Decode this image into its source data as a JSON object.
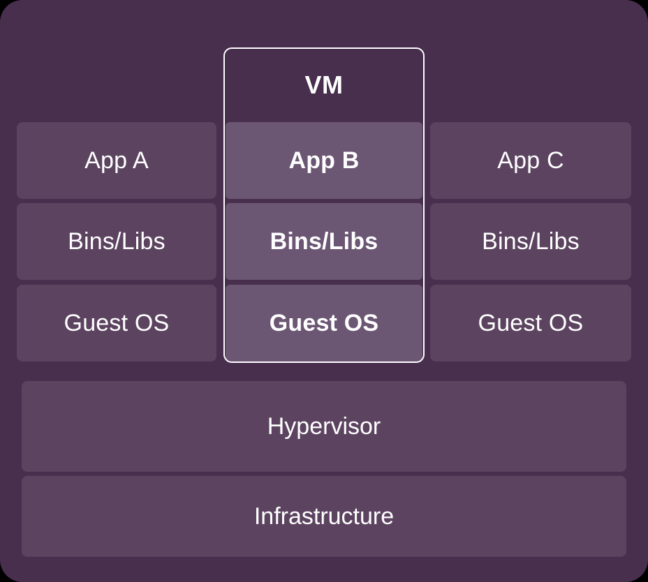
{
  "diagram": {
    "title": "VM",
    "background_color": "#472F4D",
    "tile_color": "#5C4360",
    "highlight_tile_color": "#6B5673",
    "highlight_border_color": "#FFFFFF",
    "text_color": "#FFFFFF"
  },
  "columns": [
    {
      "id": "left",
      "highlighted": false,
      "cells": [
        {
          "label": "App A"
        },
        {
          "label": "Bins/Libs"
        },
        {
          "label": "Guest OS"
        }
      ]
    },
    {
      "id": "middle",
      "highlighted": true,
      "header": "VM",
      "cells": [
        {
          "label": "App B"
        },
        {
          "label": "Bins/Libs"
        },
        {
          "label": "Guest OS"
        }
      ]
    },
    {
      "id": "right",
      "highlighted": false,
      "cells": [
        {
          "label": "App C"
        },
        {
          "label": "Bins/Libs"
        },
        {
          "label": "Guest OS"
        }
      ]
    }
  ],
  "layers": [
    {
      "id": "hypervisor",
      "label": "Hypervisor"
    },
    {
      "id": "infrastructure",
      "label": "Infrastructure"
    }
  ]
}
